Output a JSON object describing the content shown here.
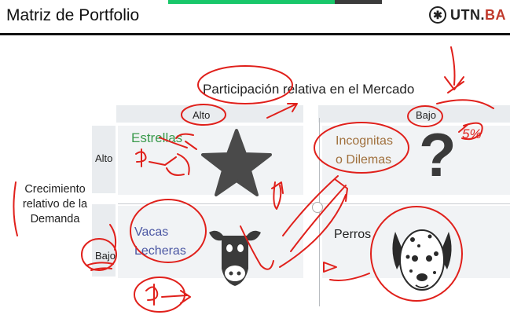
{
  "slide": {
    "title": "Matriz de Portfolio",
    "brand": "UTN.BA",
    "brand_main": "UTN.",
    "brand_accent": "BA",
    "market_axis_label": "Participación relativa en el Mercado",
    "market_high": "Alto",
    "market_low": "Bajo",
    "demand_axis_label": "Crecimiento relativo de la Demanda",
    "demand_high": "Alto",
    "demand_low": "Bajo"
  },
  "quadrants": {
    "top_left": {
      "label": "Estrellas",
      "icon": "star-icon",
      "color": "#3a9a4c"
    },
    "top_right": {
      "label_line1": "Incognitas",
      "label_line2": "o Dilemas",
      "icon": "question-mark-icon",
      "color": "#a0703d"
    },
    "bottom_left": {
      "label_line1": "Vacas",
      "label_line2": "Lecheras",
      "icon": "cow-icon",
      "color": "#4b57a3"
    },
    "bottom_right": {
      "label": "Perros",
      "icon": "dalmatian-dog-icon",
      "color": "#222222"
    }
  },
  "annotations": {
    "ink_color": "#e0201b",
    "percent_note": "5%"
  },
  "colors": {
    "header_band": "#e9ecef",
    "cell_background": "#f1f3f5",
    "top_bar": "#19c76a"
  }
}
